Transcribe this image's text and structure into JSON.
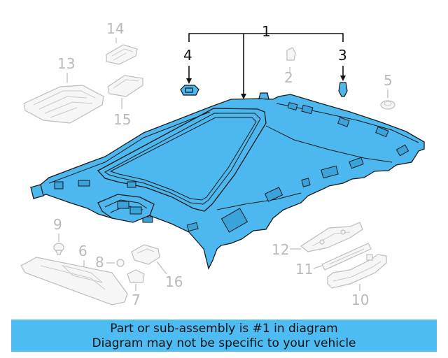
{
  "callouts": {
    "c1": "1",
    "c2": "2",
    "c3": "3",
    "c4": "4",
    "c5": "5",
    "c6": "6",
    "c7": "7",
    "c8": "8",
    "c9": "9",
    "c10": "10",
    "c11": "11",
    "c12": "12",
    "c13": "13",
    "c14": "14",
    "c15": "15",
    "c16": "16"
  },
  "banner": {
    "line1": "Part or sub-assembly is #1 in diagram",
    "line2": "Diagram may not be specific to your vehicle"
  },
  "colors": {
    "highlight": "#4db8ef",
    "banner": "#4cbcf2",
    "dimmed": "#c4c4c4"
  }
}
